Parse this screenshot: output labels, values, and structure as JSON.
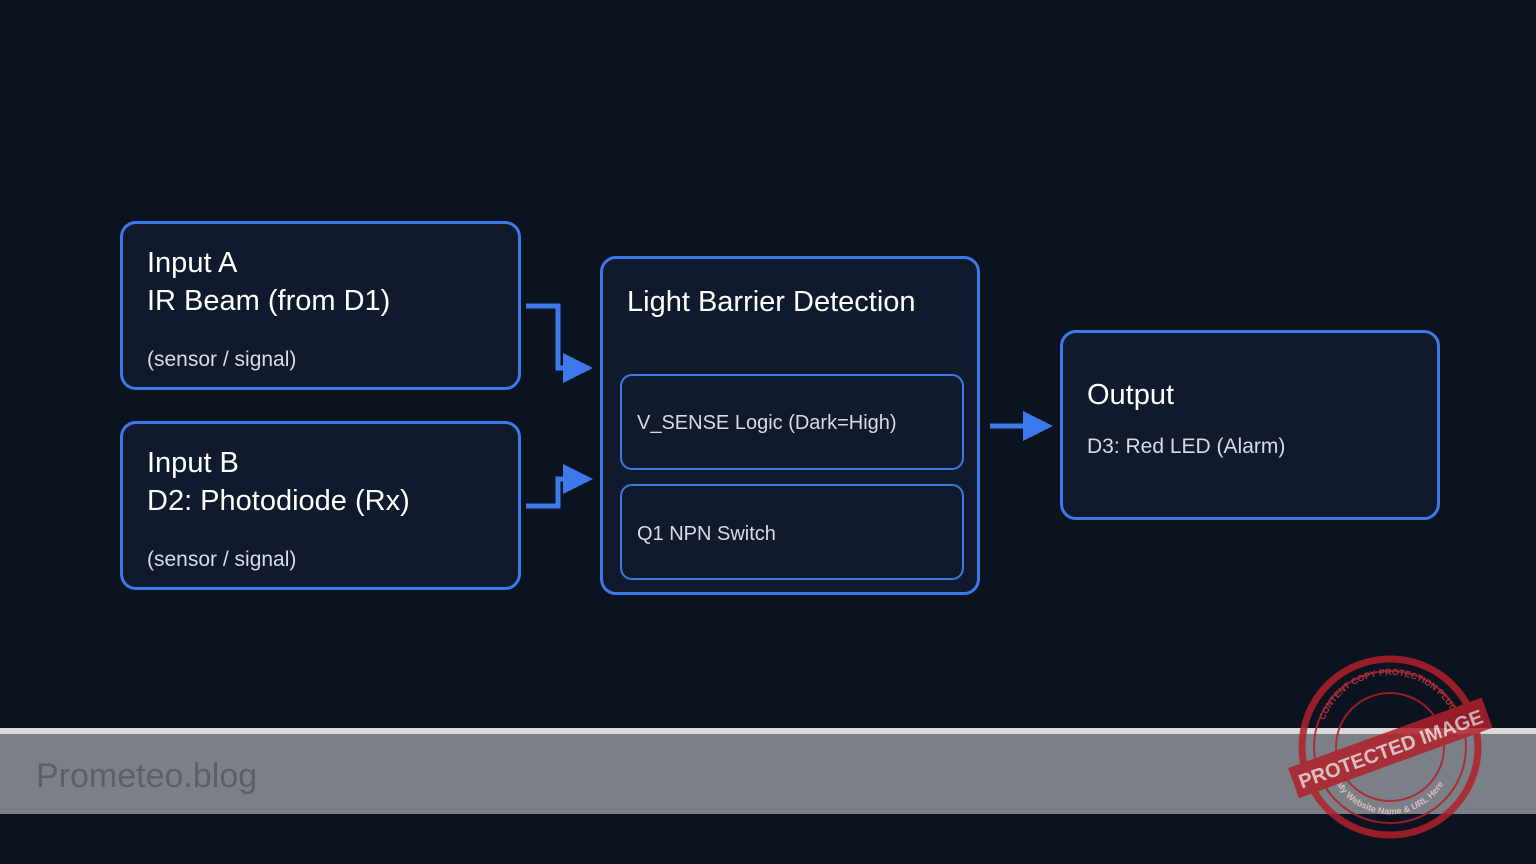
{
  "input_a": {
    "title": "Input A",
    "subtitle": "IR Beam (from D1)",
    "note": "(sensor / signal)"
  },
  "input_b": {
    "title": "Input B",
    "subtitle": "D2: Photodiode (Rx)",
    "note": "(sensor / signal)"
  },
  "detection": {
    "title": "Light Barrier Detection",
    "logic_label": "V_SENSE Logic (Dark=High)",
    "switch_label": "Q1 NPN Switch"
  },
  "output": {
    "title": "Output",
    "detail": "D3: Red LED (Alarm)"
  },
  "footer": {
    "site": "Prometeo.blog"
  },
  "stamp": {
    "banner": "PROTECTED IMAGE",
    "ring_top": "CONTENT COPY PROTECTION PLUGIN",
    "ring_bottom": "My Website Name & URL Here"
  },
  "colors": {
    "background": "#0b1220",
    "accent": "#3b7ae8",
    "stamp": "#b0202a"
  }
}
